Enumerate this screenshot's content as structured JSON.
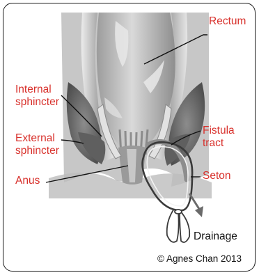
{
  "labels": {
    "rectum": "Rectum",
    "internal_sphincter_1": "Internal",
    "internal_sphincter_2": "sphincter",
    "external_sphincter_1": "External",
    "external_sphincter_2": "sphincter",
    "anus": "Anus",
    "fistula_tract_1": "Fistula",
    "fistula_tract_2": "tract",
    "seton": "Seton",
    "drainage": "Drainage"
  },
  "credit": "© Agnes Chan 2013",
  "colors": {
    "label_red": "#d8302b",
    "text_dark": "#111111",
    "tissue_gray": "#a9a9a9",
    "muscle_dark": "#6e6e6e"
  }
}
